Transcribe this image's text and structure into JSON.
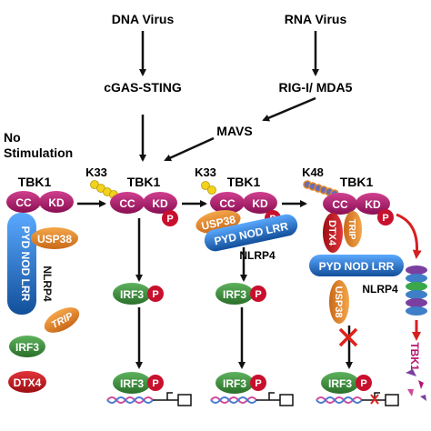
{
  "sources": {
    "dna_virus": "DNA Virus",
    "rna_virus": "RNA Virus",
    "cgas_sting": "cGAS-STING",
    "rig_mda5": "RIG-I/ MDA5",
    "mavs": "MAVS"
  },
  "no_stimulation": {
    "line1": "No",
    "line2": "Stimulation"
  },
  "labels": {
    "tbk1": "TBK1",
    "cc": "CC",
    "kd": "KD",
    "p": "P",
    "k33": "K33",
    "k48": "K48",
    "pyd": "PYD",
    "nod": "NOD",
    "lrr": "LRR",
    "pyd_nod_lrr": "PYD NOD LRR",
    "nlrp4": "NLRP4",
    "usp38": "USP38",
    "trip": "TRIP",
    "irf3": "IRF3",
    "dtx4": "DTX4",
    "tbk1_vertical": "TBK1"
  },
  "colors": {
    "tbk1_magenta": "#b5166f",
    "p_red": "#c8102e",
    "irf3_green": "#3a8d3a",
    "usp38_orange": "#e8862a",
    "trip_orange": "#e39a2a",
    "nlrp4_blue": "#1e73c8",
    "dtx4_red": "#c4161c",
    "ubiquitin_yellow": "#f2d21b",
    "k48_chain": "#6b6bb0",
    "arrow_red": "#d62020",
    "x_red": "#e0201a"
  }
}
